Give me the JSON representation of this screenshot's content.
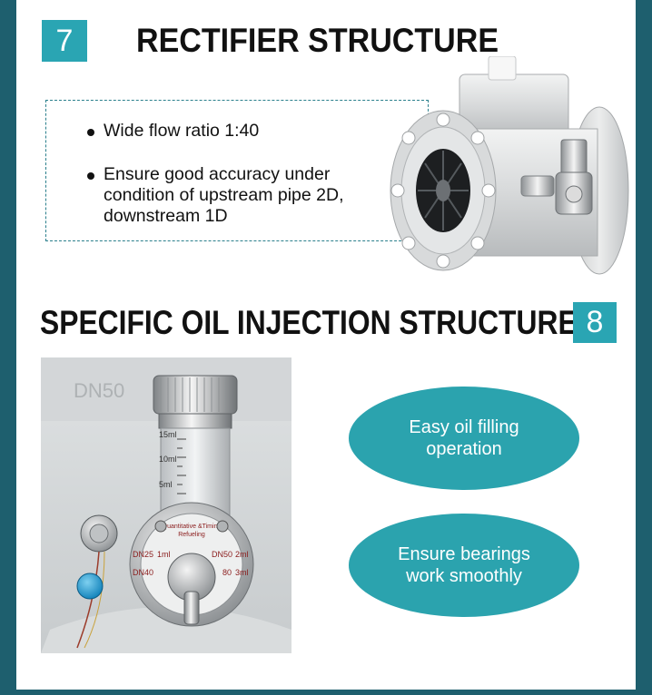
{
  "section7": {
    "number": "7",
    "title": "RECTIFIER STRUCTURE",
    "bullets": [
      {
        "line1": "Wide flow ratio 1:40"
      },
      {
        "line1": "Ensure good accuracy under",
        "line2": "condition of upstream pipe 2D,",
        "line3": "downstream 1D"
      }
    ]
  },
  "section8": {
    "number": "8",
    "title": "SPECIFIC OIL INJECTION STRUCTURE",
    "features": [
      {
        "line1": "Easy oil filling",
        "line2": "operation"
      },
      {
        "line1": "Ensure bearings",
        "line2": "work smoothly"
      }
    ],
    "oil_photo_labels": {
      "cast_mark": "DN50",
      "scale_15": "15ml",
      "scale_10": "10ml",
      "scale_5": "5ml",
      "plate_title1": "Quantitative &Timing",
      "plate_title2": "Refueling",
      "dn25": "DN25",
      "ml1": "1ml",
      "dn50": "DN50",
      "ml2": "2ml",
      "dn40": "DN40",
      "dn80": "80",
      "ml3": "3ml"
    }
  },
  "colors": {
    "accent": "#2aa5b3",
    "frame": "#1e5f6e",
    "oval": "#2ba3ae",
    "dash": "#2a7f8c"
  }
}
